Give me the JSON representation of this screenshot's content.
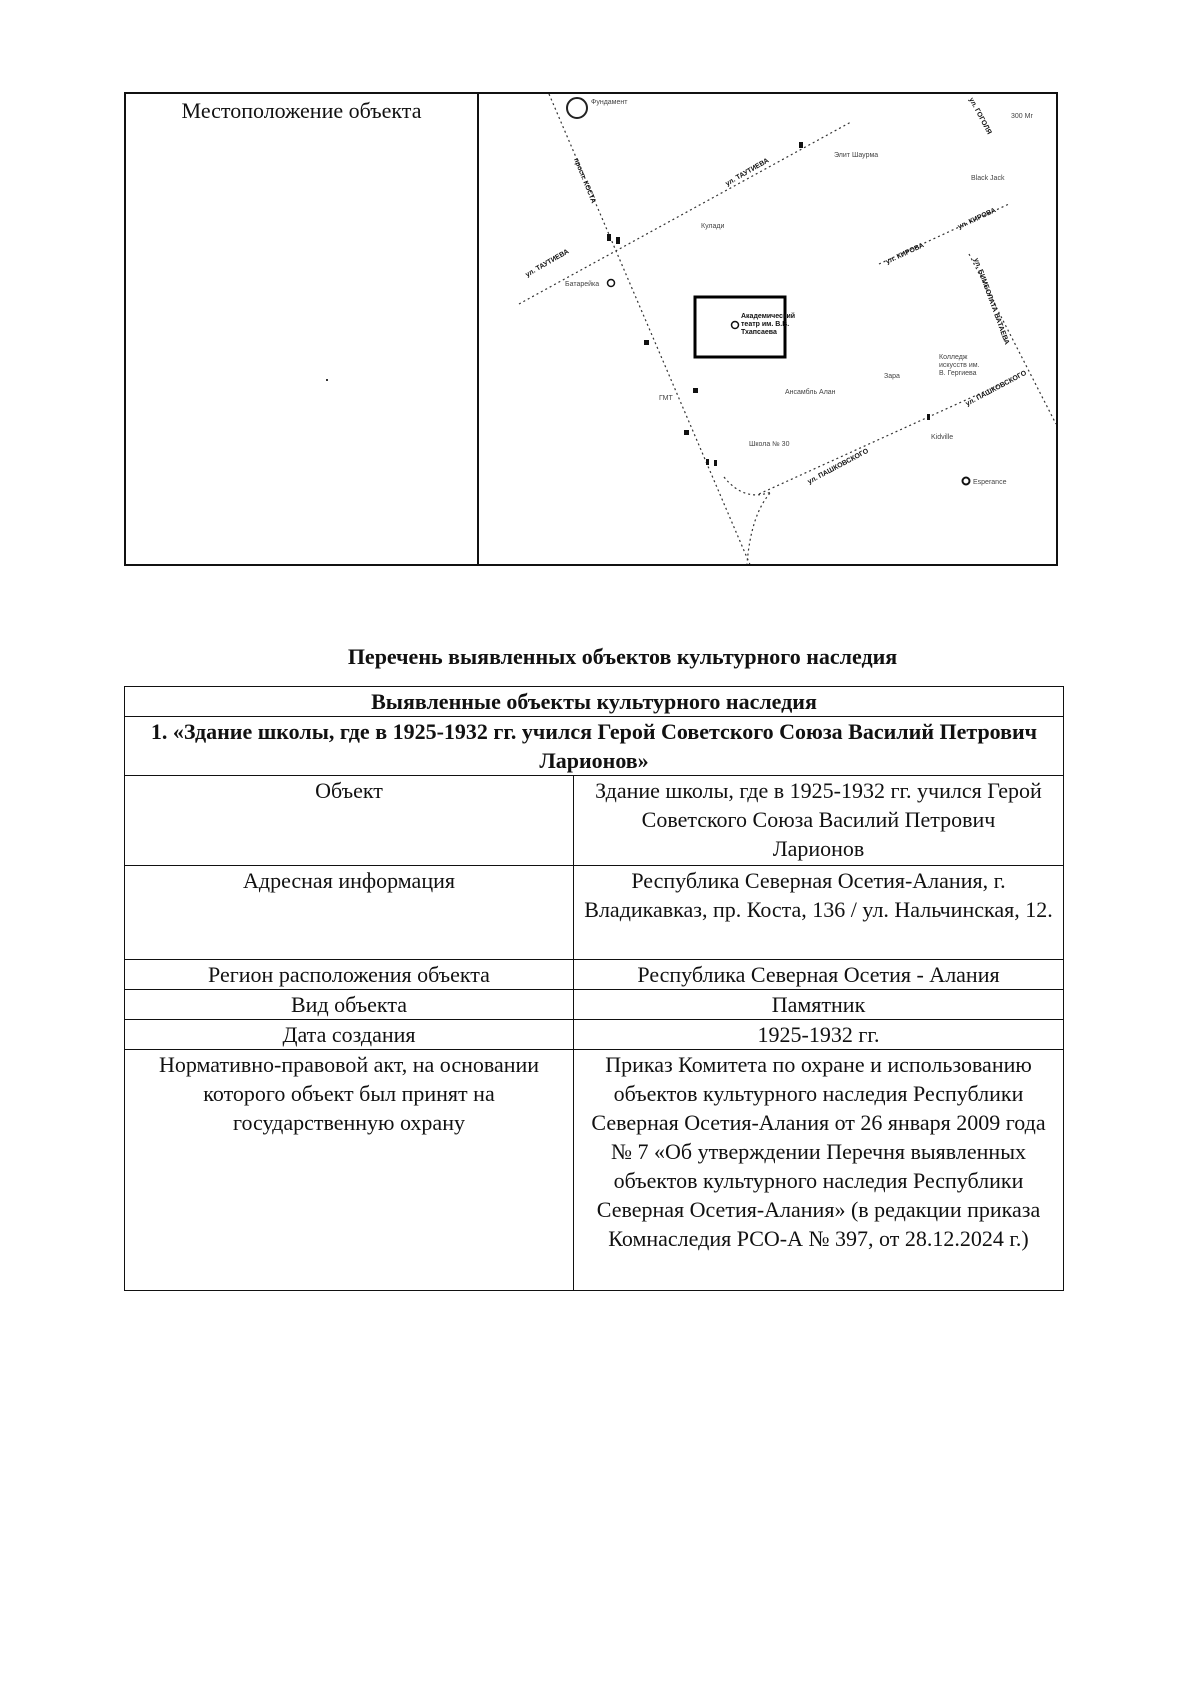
{
  "location": {
    "label": "Местоположение объекта",
    "map": {
      "labels": {
        "gogol": "ул. ГОГОЛЯ",
        "dist": "300 Mr",
        "kosta": "просп. КОСТА",
        "tautieva1": "ул. ТАУТИЕВА",
        "tautieva2": "ул. ТАУТИЕВА",
        "kirova1": "ул. КИРОВА",
        "kirova2": "ул. КИРОВА",
        "vataeva": "ул. БИМБОЛАТА ВАТАЕВА",
        "pashk1": "ул. ПАШКОВСКОГО",
        "pashk2": "ул. ПАШКОВСКОГО",
        "fundament": "Фундамент",
        "shaurma": "Элит Шаурма",
        "blackjack": "Black Jack",
        "kuladi": "Кулади",
        "batareika": "Батарейка",
        "theatre1": "Академический",
        "theatre2": "театр им. В.В.",
        "theatre3": "Тхапсаева",
        "college1": "Колледж",
        "college2": "искусств им.",
        "college3": "В. Гергиева",
        "zara": "Зара",
        "alan": "Ансамбль Алан",
        "gmt": "ГМТ",
        "school": "Школа № 30",
        "kidville": "Kidville",
        "esperance": "Esperance"
      }
    }
  },
  "list_title": "Перечень выявленных объектов культурного наследия",
  "table": {
    "header": "Выявленные объекты культурного наследия",
    "item": "1. «Здание школы, где в 1925-1932 гг. учился Герой Советского Союза Василий Петрович Ларионов»",
    "rows": [
      {
        "label": "Объект",
        "value": "Здание школы, где в 1925-1932 гг. учился Герой Советского Союза Василий Петрович Ларионов"
      },
      {
        "label": "Адресная информация",
        "value": "Республика Северная Осетия-Алания, г. Владикавказ, пр. Коста, 136 / ул. Нальчинская, 12."
      },
      {
        "label": "Регион расположения объекта",
        "value": "Республика Северная Осетия - Алания"
      },
      {
        "label": "Вид объекта",
        "value": "Памятник"
      },
      {
        "label": "Дата создания",
        "value": "1925-1932 гг."
      },
      {
        "label": "Нормативно-правовой акт, на основании которого объект был принят на государственную охрану",
        "value": "Приказ Комитета по охране и использованию объектов культурного наследия Республики Северная Осетия-Алания от 26 января 2009 года № 7 «Об утверждении Перечня выявленных объектов культурного наследия Республики Северная Осетия-Алания» (в редакции приказа Комнаследия РСО-А № 397, от 28.12.2024 г.)"
      }
    ]
  }
}
